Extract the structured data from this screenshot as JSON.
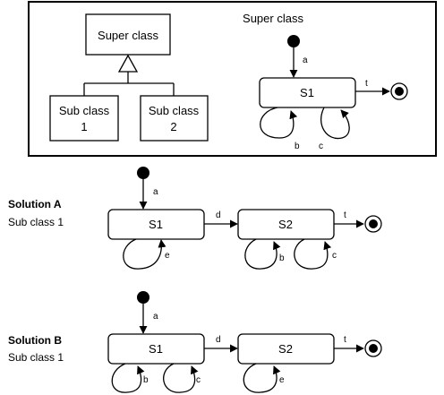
{
  "top_panel": {
    "super_class_box": "Super class",
    "sub_class_1": [
      "Sub class",
      "1"
    ],
    "sub_class_2": [
      "Sub class",
      "2"
    ],
    "state_machine_title": "Super class",
    "states": [
      "S1"
    ],
    "transitions": [
      "a",
      "t",
      "b",
      "c"
    ]
  },
  "solution_a": {
    "title": "Solution A",
    "subtitle": "Sub class 1",
    "states": [
      "S1",
      "S2"
    ],
    "transitions": [
      "a",
      "d",
      "t",
      "e",
      "b",
      "c"
    ]
  },
  "solution_b": {
    "title": "Solution B",
    "subtitle": "Sub class 1",
    "states": [
      "S1",
      "S2"
    ],
    "transitions": [
      "a",
      "d",
      "t",
      "b",
      "c",
      "e"
    ]
  },
  "colors": {
    "stroke": "#000000",
    "fill": "#ffffff",
    "start": "#000000"
  }
}
